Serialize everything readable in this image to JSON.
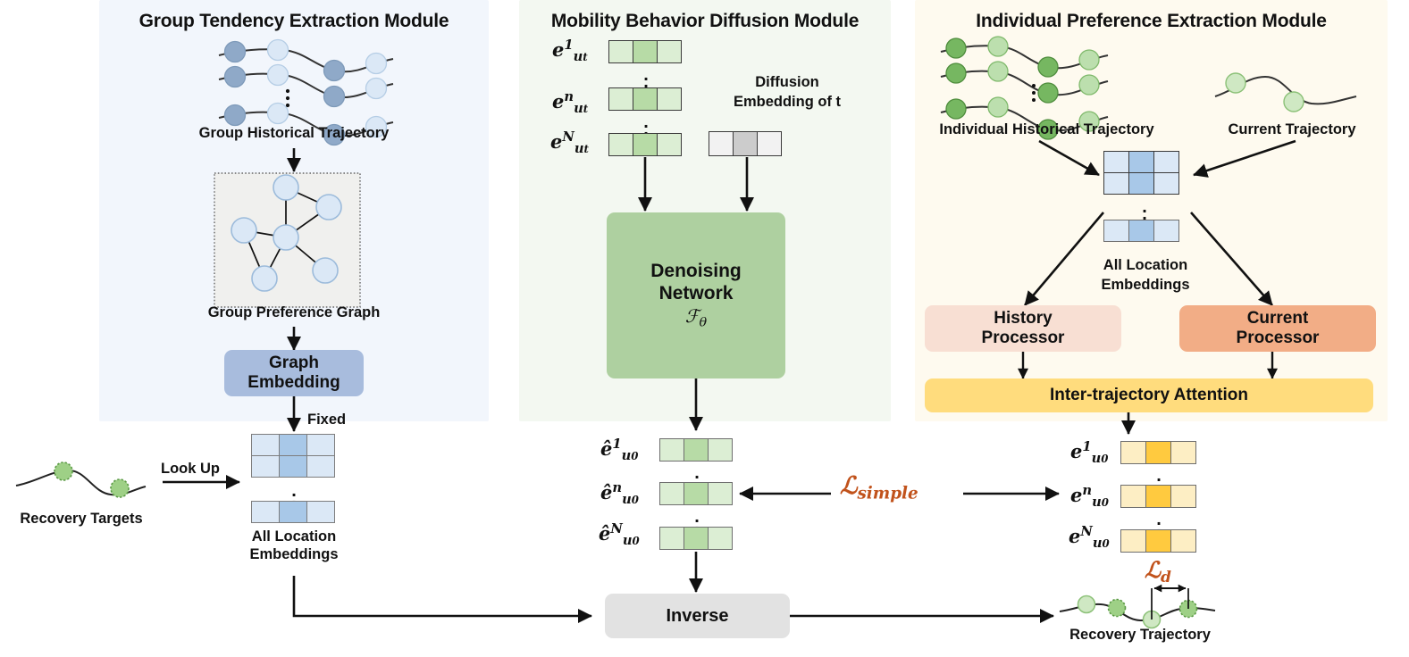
{
  "modules": {
    "group": {
      "title": "Group Tendency Extraction Module",
      "bg": "#f2f6fc",
      "labels": {
        "historical_trajectory": "Group Historical Trajectory",
        "preference_graph": "Group Preference Graph"
      },
      "graph_embedding_box": {
        "line1": "Graph",
        "line2": "Embedding",
        "color": "#a8bcdd"
      }
    },
    "diffusion": {
      "title": "Mobility Behavior Diffusion Module",
      "bg": "#f3f8f1",
      "labels": {
        "diffusion_embedding_line1": "Diffusion",
        "diffusion_embedding_line2": "Embedding of t"
      },
      "denoising_box": {
        "line1": "Denoising",
        "line2": "Network",
        "symbol": "F",
        "symbol_sub": "θ",
        "color": "#aed0a0"
      },
      "input_tokens": [
        "e^1_{u_t}",
        "e^n_{u_t}",
        "e^N_{u_t}"
      ],
      "output_tokens": [
        "ê^1_{u_0}",
        "ê^n_{u_0}",
        "ê^N_{u_0}"
      ]
    },
    "individual": {
      "title": "Individual Preference Extraction Module",
      "bg": "#fefaef",
      "labels": {
        "historical_trajectory": "Individual Historical Trajectory",
        "current_trajectory": "Current Trajectory",
        "all_location_embeddings_line1": "All Location",
        "all_location_embeddings_line2": "Embeddings"
      },
      "history_processor": {
        "line1": "History",
        "line2": "Processor",
        "color": "#f8dfd3"
      },
      "current_processor": {
        "line1": "Current",
        "line2": "Processor",
        "color": "#f2ad86"
      },
      "attention_bar": {
        "label": "Inter-trajectory Attention",
        "color": "#ffdc7d"
      },
      "output_tokens": [
        "e^1_{u_0}",
        "e^n_{u_0}",
        "e^N_{u_0}"
      ]
    }
  },
  "bottom": {
    "recovery_targets_label": "Recovery Targets",
    "look_up_label": "Look Up",
    "fixed_label": "Fixed",
    "all_location_embeddings_line1": "All Location",
    "all_location_embeddings_line2": "Embeddings",
    "inverse_box": {
      "label": "Inverse",
      "color": "#e2e2e2"
    },
    "recovery_trajectory_label": "Recovery Trajectory"
  },
  "losses": {
    "simple": {
      "symbol": "L",
      "sub": "simple",
      "color": "#c1521b"
    },
    "distance": {
      "symbol": "L",
      "sub": "d",
      "color": "#c1521b"
    }
  },
  "colors": {
    "node_dark_blue": "#8fa9c8",
    "node_light_blue": "#dbe8f6",
    "node_dark_green": "#76b761",
    "node_light_green": "#bcdfae",
    "node_pale_green": "#cfe8c3",
    "cell_light_blue": "#dbe8f6",
    "cell_mid_blue": "#a8c8e8",
    "cell_light_green": "#dceed4",
    "cell_mid_green": "#b7dba6",
    "cell_light_yellow": "#fdeec4",
    "cell_mid_yellow": "#ffca3f",
    "cell_light_gray": "#f2f2f2",
    "cell_mid_gray": "#cccccc",
    "arrow": "#111111",
    "orange": "#c1521b"
  }
}
